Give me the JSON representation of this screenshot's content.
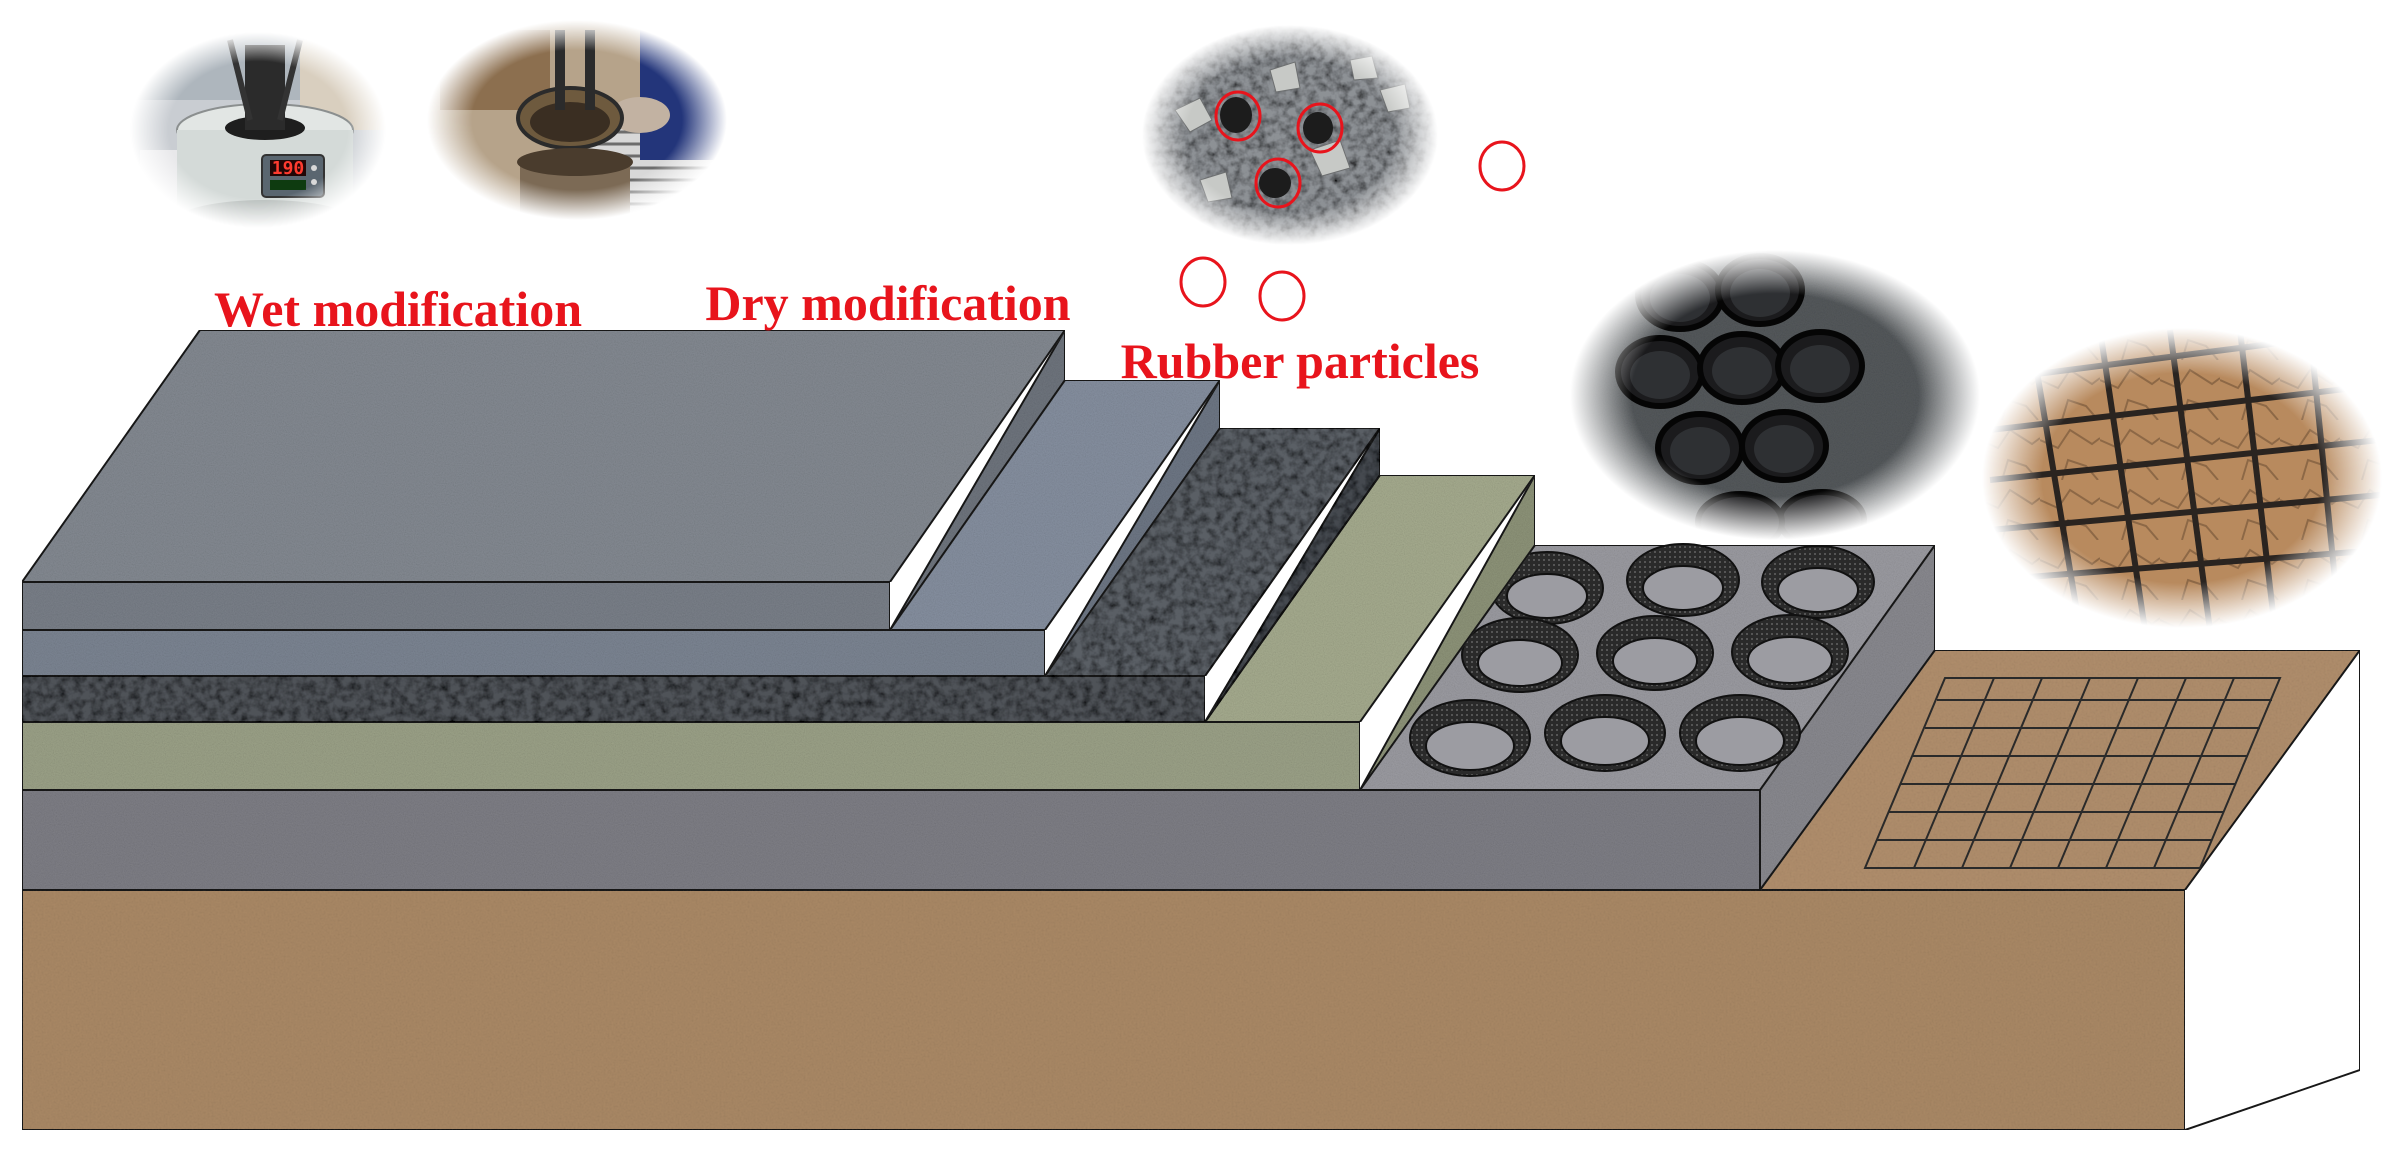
{
  "labels": {
    "wet": "Wet modification",
    "dry": "Dry modification",
    "rubber": "Rubber particles"
  },
  "thermostat": {
    "setpoint": "190"
  },
  "colors": {
    "label_red": "#e8141c",
    "soil_top": "#b08e6c",
    "soil_front": "#a98865",
    "soil_side": "#8f7252",
    "base_gray_top": "#9c9ca2",
    "base_gray_front": "#7f7f86",
    "cement_green": "#9fa58a",
    "aggregate_dark": "#4f5359",
    "upper_blue": "#7c8593",
    "top_surface": "#848a92",
    "geocell_ring": "#141414",
    "geogrid_line": "#2a2a2a"
  }
}
